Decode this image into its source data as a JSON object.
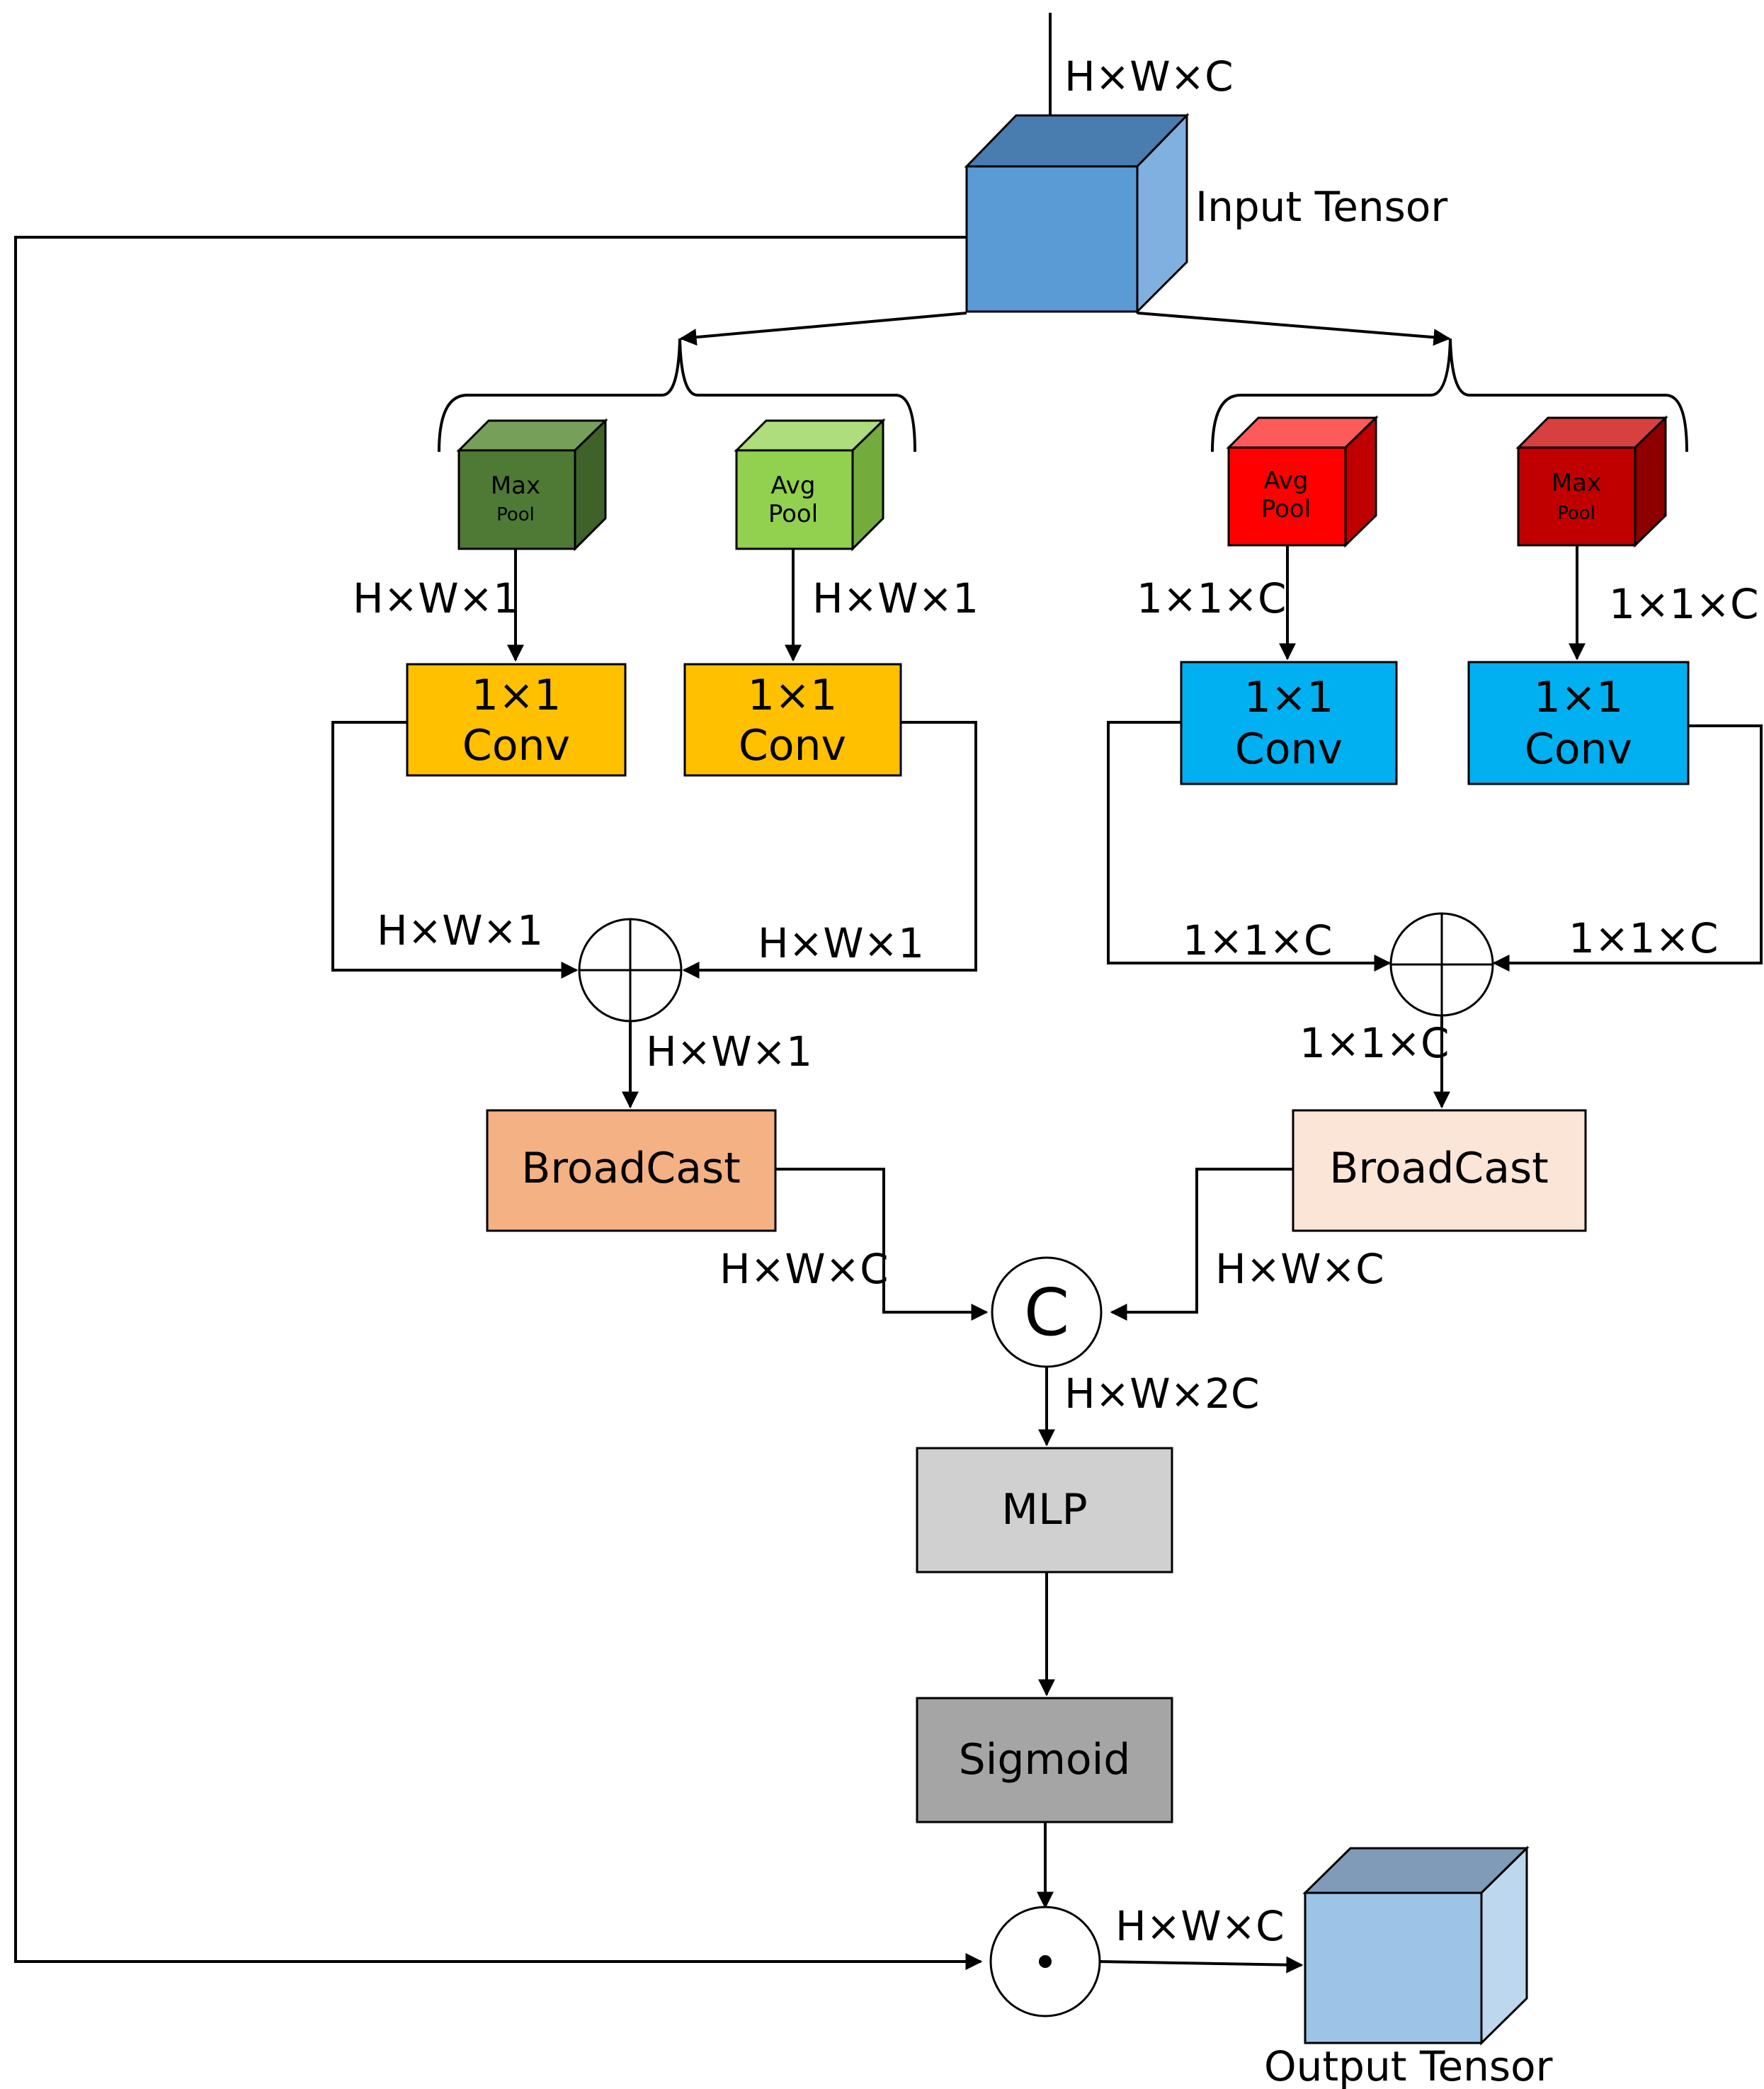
{
  "input": {
    "dim_label": "H×W×C",
    "title": "Input Tensor",
    "color_front": "#5B9BD5",
    "color_top": "#4A7DAF",
    "color_side": "#7FB0E0"
  },
  "spatial_branch": {
    "max_pool": {
      "line1": "Max",
      "line2": "Pool",
      "color_front": "#4F7A35",
      "color_top": "#76A05A",
      "color_side": "#3E6229"
    },
    "avg_pool": {
      "line1": "Avg",
      "line2": "Pool",
      "color_front": "#92D050",
      "color_top": "#AEDD7D",
      "color_side": "#73AB3D"
    },
    "max_out": "H×W×1",
    "avg_out": "H×W×1",
    "conv_left": {
      "line1": "1×1",
      "line2": "Conv"
    },
    "conv_right": {
      "line1": "1×1",
      "line2": "Conv"
    },
    "conv_color": "#FFC000",
    "sum_in_left": "H×W×1",
    "sum_in_right": "H×W×1",
    "sum_out": "H×W×1",
    "broadcast": "BroadCast",
    "broadcast_color": "#F4B183",
    "broadcast_out": "H×W×C"
  },
  "channel_branch": {
    "avg_pool": {
      "line1": "Avg",
      "line2": "Pool",
      "color_front": "#FF0000",
      "color_top": "#FF5A5A",
      "color_side": "#C00000"
    },
    "max_pool": {
      "line1": "Max",
      "line2": "Pool",
      "color_front": "#C00000",
      "color_top": "#D84040",
      "color_side": "#8E0000"
    },
    "avg_out": "1×1×C",
    "max_out": "1×1×C",
    "conv_left": {
      "line1": "1×1",
      "line2": "Conv"
    },
    "conv_right": {
      "line1": "1×1",
      "line2": "Conv"
    },
    "conv_color": "#00B0F0",
    "sum_in_left": "1×1×C",
    "sum_in_right": "1×1×C",
    "sum_out": "1×1×C",
    "broadcast": "BroadCast",
    "broadcast_color": "#FBE5D6",
    "broadcast_out": "H×W×C"
  },
  "concat": {
    "symbol": "C",
    "out": "H×W×2C"
  },
  "mlp": {
    "label": "MLP",
    "color": "#D0D0D0"
  },
  "sigmoid": {
    "label": "Sigmoid",
    "color": "#A5A5A5"
  },
  "multiply": {
    "out": "H×W×C"
  },
  "output": {
    "title": "Output Tensor",
    "color_front": "#9DC3E6",
    "color_top": "#7F9BB8",
    "color_side": "#BDD7EE"
  }
}
